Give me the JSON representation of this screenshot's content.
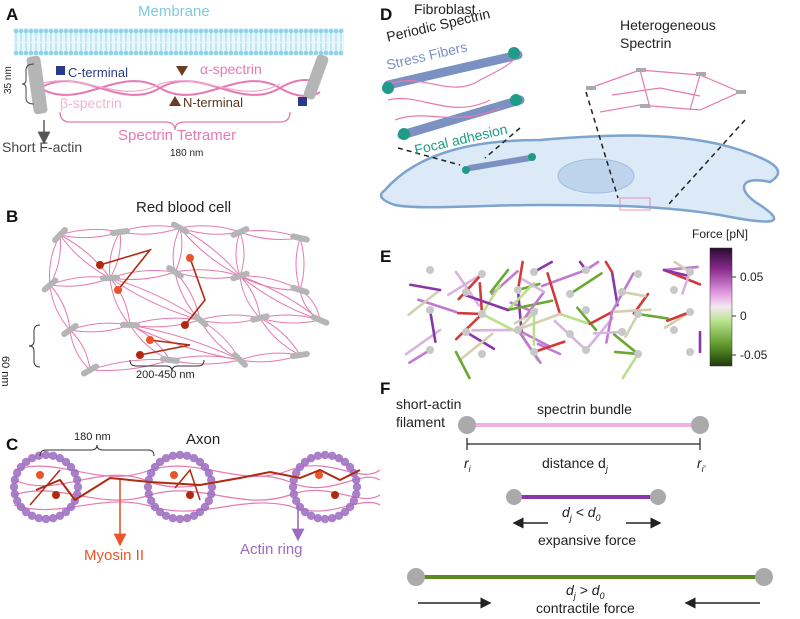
{
  "panels": {
    "a": {
      "letter": "A",
      "membrane": "Membrane",
      "c_terminal": "C-terminal",
      "alpha": "α-spectrin",
      "beta": "β-spectrin",
      "n_terminal": "N-terminal",
      "dim_35": "35 nm",
      "tetramer": "Spectrin Tetramer",
      "dim_180": "180 nm",
      "short_factin": "Short F-actin"
    },
    "b": {
      "letter": "B",
      "title": "Red blood cell",
      "dim_60": "60 nm",
      "dim_range": "200-450 nm"
    },
    "c": {
      "letter": "C",
      "title": "Axon",
      "dim_180": "180 nm",
      "myosin": "Myosin II",
      "actin_ring": "Actin ring"
    },
    "d": {
      "letter": "D",
      "fibroblast": "Fibroblast",
      "periodic": "Periodic Spectrin",
      "stress": "Stress Fibers",
      "focal": "Focal adhesion",
      "hetero_1": "Heterogeneous",
      "hetero_2": "Spectrin"
    },
    "e": {
      "letter": "E",
      "force_label": "Force [pN]",
      "ticks": [
        "0.05",
        "0",
        "-0.05"
      ]
    },
    "f": {
      "letter": "F",
      "short_actin_1": "short-actin",
      "short_actin_2": "filament",
      "bundle": "spectrin bundle",
      "ri": "r",
      "ri_sub": "i",
      "rip": "r",
      "rip_sub": "i'",
      "distance": "distance d",
      "distance_sub": "j",
      "cond1_d": "d",
      "cond1_sub": "j",
      "cond1_rest": " < d",
      "cond1_sub0": "0",
      "expansive": "expansive force",
      "cond2_d": "d",
      "cond2_sub": "j",
      "cond2_rest": " > d",
      "cond2_sub0": "0",
      "contractile": "contractile force"
    }
  },
  "colors": {
    "membrane": "#8fd3e8",
    "spectrin": "#e67ab0",
    "actin": "#a9a9a9",
    "myosin": "#e8552a",
    "ring": "#9b6bc0",
    "terminal": "#2a3a8a",
    "n_term": "#6b3b22",
    "focal": "#1f9b88",
    "stress": "#7b91c2",
    "cell": "#dce9f6",
    "cellEdge": "#7da3cf",
    "purple": "#8a35a8",
    "green": "#5a8a20",
    "pink": "#f2b2df"
  }
}
